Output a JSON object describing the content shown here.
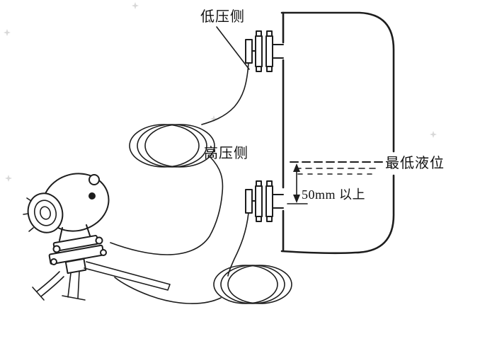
{
  "diagram": {
    "labels": {
      "low_pressure_side": "低压侧",
      "high_pressure_side": "高压侧",
      "lowest_liquid_level": "最低液位",
      "min_distance": "50mm 以上"
    },
    "colors": {
      "line": "#1d1d1d",
      "background": "#ffffff"
    }
  }
}
